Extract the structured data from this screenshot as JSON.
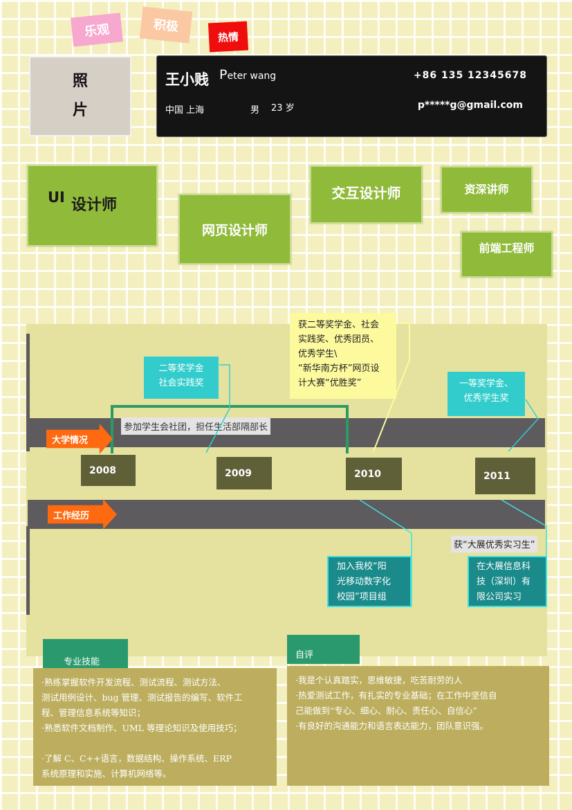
{
  "tags": [
    "乐观",
    "积极",
    "热情"
  ],
  "photo": {
    "line1": "照",
    "line2": "片"
  },
  "header": {
    "name": "王小贱",
    "english_name": "Peter wang",
    "phone": "+86 135 12345678",
    "location": "中国  上海",
    "gender": "男",
    "age": "23",
    "age_unit": "岁",
    "email": "p*****g@gmail.com"
  },
  "roles": {
    "ui_prefix": "UI",
    "ui_text": "设计师",
    "web": "网页设计师",
    "interaction": "交互设计师",
    "lecturer": "资深讲师",
    "frontend": "前端工程师"
  },
  "timeline": {
    "university_label": "大学情况",
    "work_label": "工作经历",
    "years": [
      "2008",
      "2009",
      "2010",
      "2011"
    ],
    "club": "参加学生会社团，担任生活部隔部长",
    "award_2009": [
      "二等奖学金",
      "社会实践奖"
    ],
    "award_2010": [
      "获二等奖学金、社会",
      "实践奖、优秀团员、",
      "优秀学生\\",
      "“新华南方杯”网页设",
      "计大赛“优胜奖”"
    ],
    "award_2011": [
      "一等奖学金、",
      "优秀学生奖"
    ],
    "work_1": [
      "加入我校“阳",
      "光移动数字化",
      "校园”项目组"
    ],
    "work_2": [
      "在大展信息科",
      "技（深圳）有",
      "限公司实习"
    ],
    "work_award": "获“大展优秀实习生”"
  },
  "skills": {
    "title": "专业技能",
    "lines": [
      "·熟练掌握软件开发流程、测试流程、测试方法、",
      "测试用例设计、bug 管理、测试报告的编写、软件工",
      "程、管理信息系统等知识；",
      "·熟悉软件文档制作、UML 等理论知识及使用技巧；",
      "·了解 C、C++语言，数据结构、操作系统、ERP",
      "系统原理和实施、计算机网络等。"
    ]
  },
  "self_eval": {
    "title": "自评",
    "lines": [
      "·我是个认真踏实，思维敏捷，吃苦耐劳的人",
      "·热爱测试工作，有扎实的专业基础；在工作中坚信自",
      "己能做到“专心、细心、耐心、责任心、自信心”",
      "·有良好的沟通能力和语言表达能力，团队意识强。"
    ]
  },
  "colors": {
    "accent_green": "#8fba3a",
    "orange": "#ff6a10",
    "teal": "#33cccc",
    "dark": "#141414"
  }
}
